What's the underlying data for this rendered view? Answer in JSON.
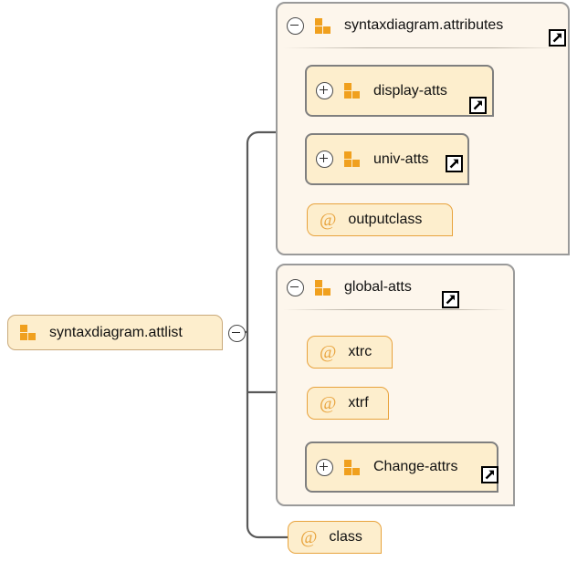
{
  "diagram": {
    "type": "xml-schema-syntax-diagram",
    "title": "syntaxdiagram.attlist",
    "colors": {
      "box_fill": "#fdeecd",
      "container_fill": "#fdf6ec",
      "accent_orange": "#f0a01e",
      "attr_border": "#e8a33d",
      "group_border": "#7f7f7f",
      "connector": "#595959"
    },
    "root": {
      "label": "syntaxdiagram.attlist",
      "icon": "sequence-icon",
      "control": "collapse-minus-icon",
      "kind": "element"
    },
    "containers": [
      {
        "id": "syntaxdiagram-attributes",
        "label": "syntaxdiagram.attributes",
        "icon": "sequence-icon",
        "control": "collapse-minus-icon",
        "has_external_link": true,
        "external_link_icon": "external-link-arrow-icon",
        "children": [
          {
            "id": "display-atts",
            "label": "display-atts",
            "kind": "group-ref",
            "icon": "sequence-icon",
            "control": "expand-plus-icon",
            "has_external_link": true,
            "external_link_icon": "external-link-arrow-icon"
          },
          {
            "id": "univ-atts",
            "label": "univ-atts",
            "kind": "group-ref",
            "icon": "sequence-icon",
            "control": "expand-plus-icon",
            "has_external_link": true,
            "external_link_icon": "external-link-arrow-icon"
          },
          {
            "id": "outputclass",
            "label": "outputclass",
            "kind": "attribute",
            "icon": "at-sign-icon",
            "has_external_link": false
          }
        ]
      },
      {
        "id": "global-atts",
        "label": "global-atts",
        "icon": "sequence-icon",
        "control": "collapse-minus-icon",
        "has_external_link": true,
        "external_link_icon": "external-link-arrow-icon",
        "children": [
          {
            "id": "xtrc",
            "label": "xtrc",
            "kind": "attribute",
            "icon": "at-sign-icon",
            "has_external_link": false
          },
          {
            "id": "xtrf",
            "label": "xtrf",
            "kind": "attribute",
            "icon": "at-sign-icon",
            "has_external_link": false
          },
          {
            "id": "Change-attrs",
            "label": "Change-attrs",
            "kind": "group-ref",
            "icon": "sequence-icon",
            "control": "expand-plus-icon",
            "has_external_link": true,
            "external_link_icon": "external-link-arrow-icon"
          }
        ]
      }
    ],
    "standalone": [
      {
        "id": "class",
        "label": "class",
        "kind": "attribute",
        "icon": "at-sign-icon",
        "has_external_link": false
      }
    ]
  }
}
